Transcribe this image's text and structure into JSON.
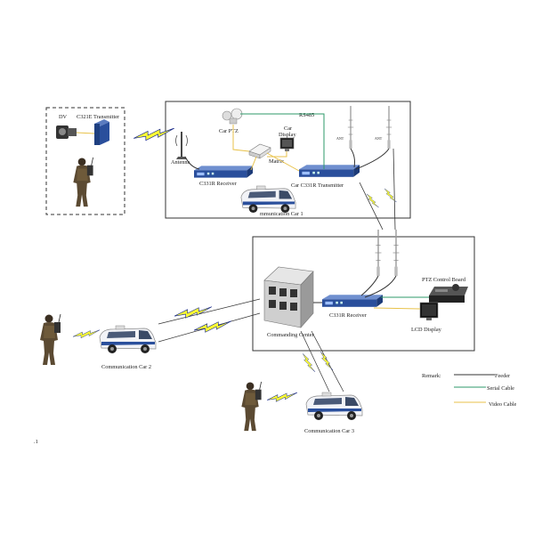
{
  "labels": {
    "dv": "DV",
    "transmitter_c321e": "C321E Transmitter",
    "car_ptz": "Car PTZ",
    "rs485": "RS485",
    "car_display": "Car\nDisplay",
    "antenna": "Antenna",
    "matrix": "Matrix",
    "receiver_c331r_car1": "C331R Receiver",
    "car_transmitter": "Car C331R Transmitter",
    "car1": "mmunication Car 1",
    "ptz_control": "PTZ Control Board",
    "receiver_c331r_center": "C331R Receiver",
    "lcd_display": "LCD Display",
    "commanding_center": "Commanding Center",
    "car2": "Communication Car 2",
    "car3": "Communication Car 3",
    "corner_mark": ".1"
  },
  "legend": {
    "title": "Remark:",
    "items": [
      {
        "label": "Feeder",
        "color": "#333333"
      },
      {
        "label": "Serial Cable",
        "color": "#2e9a6a"
      },
      {
        "label": "Video Cable",
        "color": "#e8c24a"
      }
    ]
  },
  "colors": {
    "bolt_fill": "#ffff33",
    "bolt_stroke": "#1a2a8a",
    "device_blue": "#2a4f9c",
    "soldier": "#5b4a32"
  }
}
